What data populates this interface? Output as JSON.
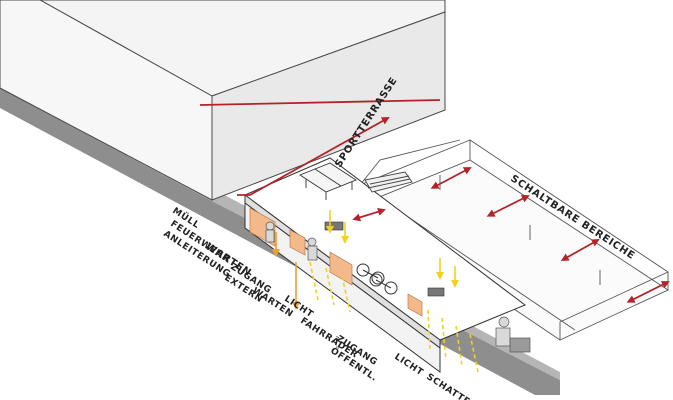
{
  "colors": {
    "arrow_red": "#b2242a",
    "light_yellow": "#f1d21e",
    "light_orange": "#f0a030",
    "panel_orange": "#f3b98a",
    "shadow_gray": "#8e8e8e",
    "line": "#333333"
  },
  "labels": {
    "muell": "MÜLL",
    "feuerwehr": "FEUERWEHR",
    "anleiterung": "ANLEITERUNG",
    "warten_1": "WARTEN",
    "zugang_extern_1": "ZUGANG",
    "zugang_extern_2": "EXTERN",
    "warten_2": "WARTEN",
    "licht_1": "LICHT",
    "fahrraeder": "FAHRRÄDER",
    "zugang_oeffentl_1": "ZUGANG",
    "zugang_oeffentl_2": "ÖFFENTL.",
    "licht_2": "LICHT",
    "schatten": "SCHATTEN",
    "sportterrasse": "SPORTTERRASSE",
    "schaltbare_bereiche": "SCHALTBARE BEREICHE"
  }
}
